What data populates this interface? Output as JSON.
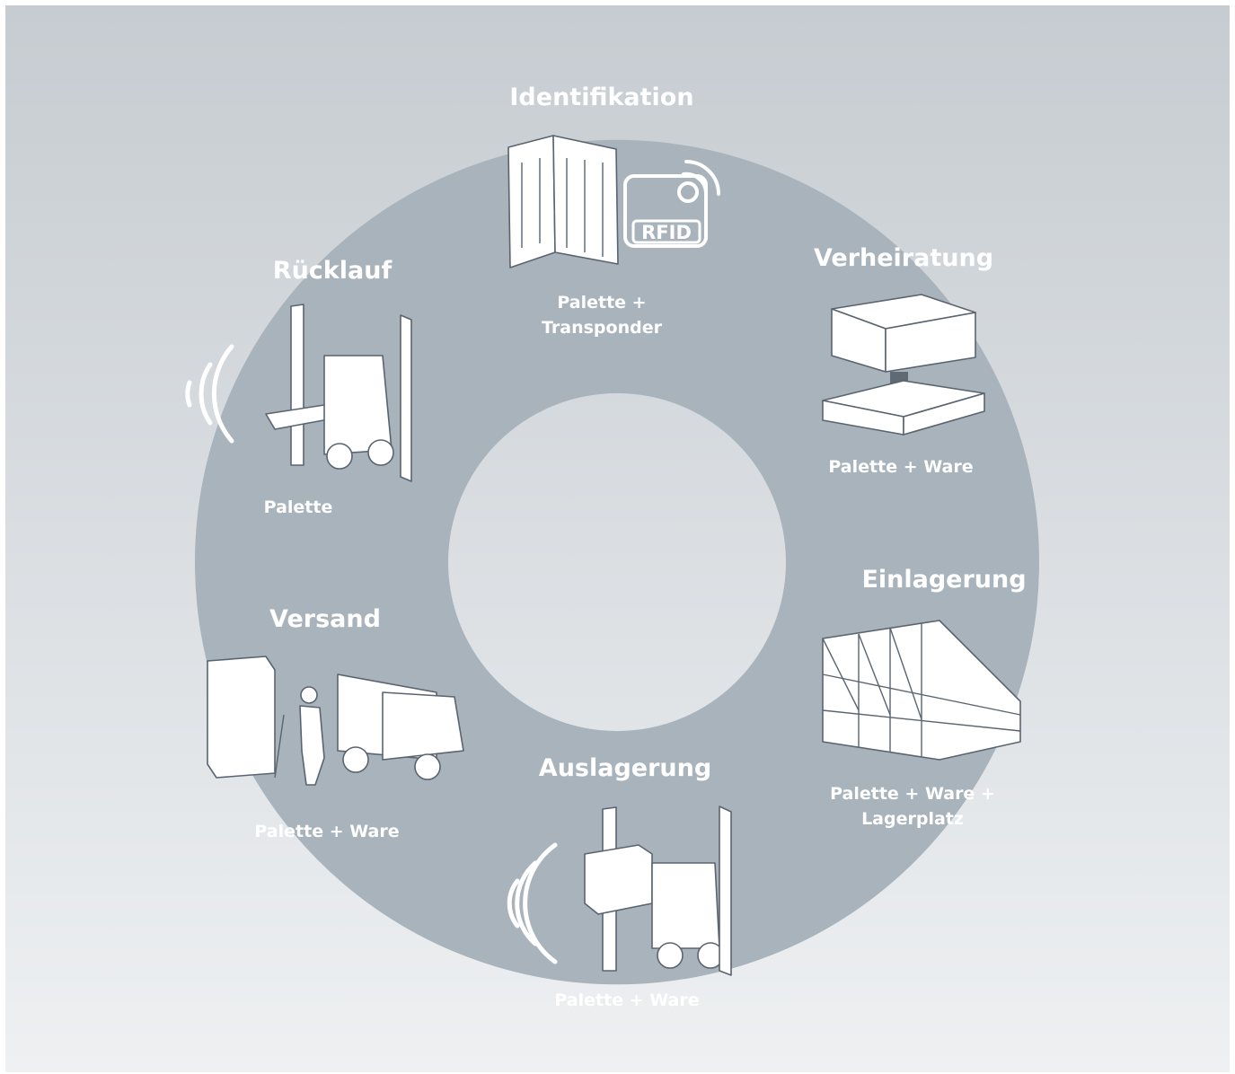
{
  "diagram": {
    "stages": [
      {
        "id": "identifikation",
        "title": "Identifikation",
        "lines": [
          "Palette +",
          "Transponder"
        ],
        "icon": "pallet-rfid-icon",
        "badge": "RFID"
      },
      {
        "id": "verheiratung",
        "title": "Verheiratung",
        "lines": [
          "Palette + Ware"
        ],
        "icon": "box-on-pallet-icon"
      },
      {
        "id": "einlagerung",
        "title": "Einlagerung",
        "lines": [
          "Palette + Ware +",
          "Lagerplatz"
        ],
        "icon": "storage-rack-icon"
      },
      {
        "id": "auslagerung",
        "title": "Auslagerung",
        "lines": [
          "Palette + Ware"
        ],
        "icon": "forklift-signal-icon"
      },
      {
        "id": "versand",
        "title": "Versand",
        "lines": [
          "Palette + Ware"
        ],
        "icon": "truck-loading-icon"
      },
      {
        "id": "ruecklauf",
        "title": "Rücklauf",
        "lines": [
          "Palette"
        ],
        "icon": "forklift-signal-icon"
      }
    ]
  },
  "colors": {
    "segment_fill": "#56abe2",
    "segment_fill_dark": "#4b9fd6",
    "ring": "#a9b3bb",
    "background_top": "#c6ccd1",
    "background_bottom": "#eef0f2",
    "text": "#ffffff"
  }
}
